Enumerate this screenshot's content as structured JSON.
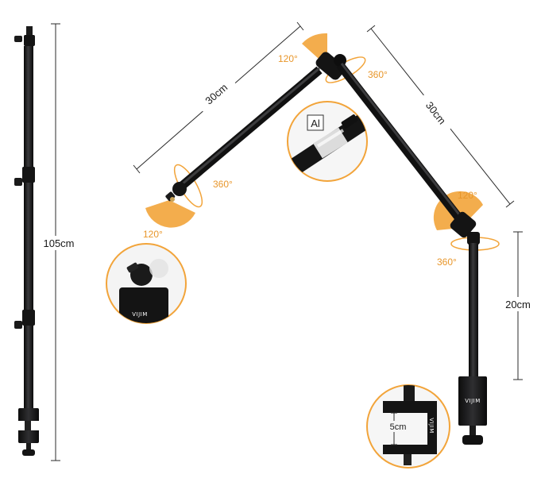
{
  "dimensions": {
    "total_height": "105cm",
    "upper_arm": "30cm",
    "lower_arm": "30cm",
    "riser": "20cm",
    "clamp_opening": "5cm"
  },
  "angles": {
    "top_joint_tilt": "120°",
    "top_joint_rotate": "360°",
    "head_rotate": "360°",
    "head_tilt": "120°",
    "elbow_tilt": "120°",
    "base_rotate": "360°"
  },
  "material_badge": "Al",
  "brand_on_head": "VIJIM",
  "brand_on_clamp": "VIJIM",
  "brand_on_clamp_detail": "VIJIM",
  "colors": {
    "accent": "#f2a43a",
    "metal": "#1d1d1f",
    "line": "#2b2b2b"
  }
}
